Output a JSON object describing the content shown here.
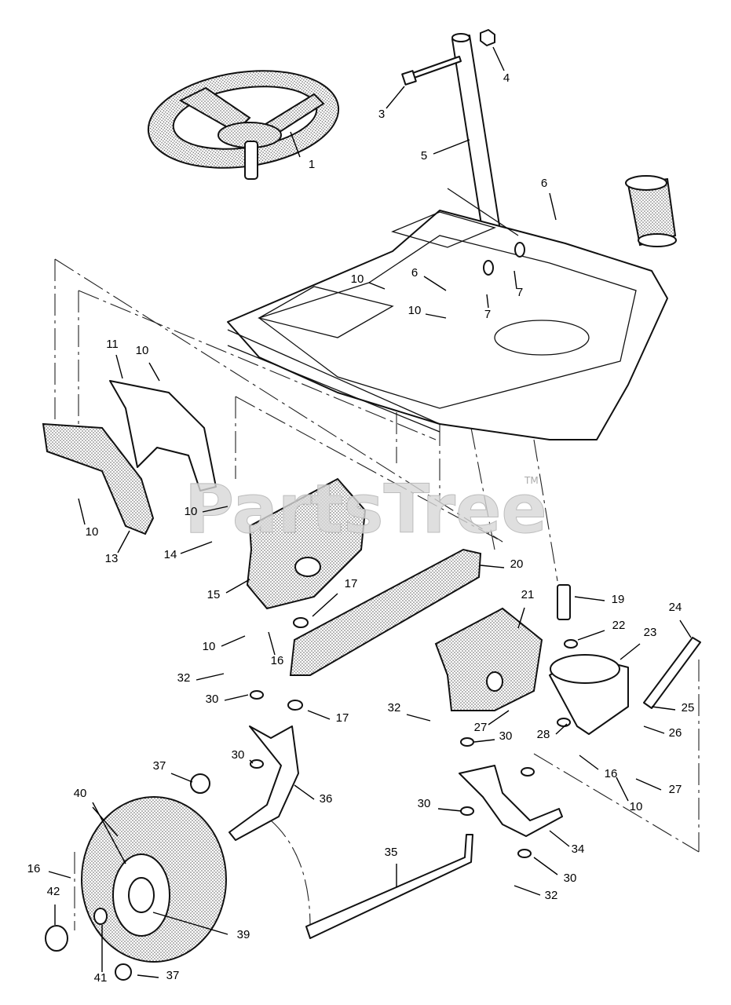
{
  "watermark": "PartsTree",
  "watermark_tm": "TM",
  "callouts": [
    {
      "label": "1",
      "part": "steering-wheel"
    },
    {
      "label": "3",
      "part": "bolt"
    },
    {
      "label": "4",
      "part": "nut"
    },
    {
      "label": "5",
      "part": "steering-shaft"
    },
    {
      "label": "6",
      "part": "nut"
    },
    {
      "label": "6",
      "part": "bolt"
    },
    {
      "label": "7",
      "part": "bushing"
    },
    {
      "label": "7",
      "part": "bushing"
    },
    {
      "label": "10",
      "part": "screw"
    },
    {
      "label": "10",
      "part": "screw"
    },
    {
      "label": "11",
      "part": "bracket"
    },
    {
      "label": "10",
      "part": "screw"
    },
    {
      "label": "10",
      "part": "screw"
    },
    {
      "label": "13",
      "part": "bracket"
    },
    {
      "label": "10",
      "part": "screw"
    },
    {
      "label": "14",
      "part": "bolt"
    },
    {
      "label": "15",
      "part": "bracket"
    },
    {
      "label": "20",
      "part": "axle"
    },
    {
      "label": "17",
      "part": "bushing"
    },
    {
      "label": "10",
      "part": "screw"
    },
    {
      "label": "16",
      "part": "cotter-pin"
    },
    {
      "label": "21",
      "part": "bracket"
    },
    {
      "label": "19",
      "part": "pinion"
    },
    {
      "label": "22",
      "part": "washer"
    },
    {
      "label": "23",
      "part": "sector-gear"
    },
    {
      "label": "24",
      "part": "drag-link"
    },
    {
      "label": "32",
      "part": "cotter-pin"
    },
    {
      "label": "30",
      "part": "washer"
    },
    {
      "label": "17",
      "part": "bushing"
    },
    {
      "label": "32",
      "part": "cotter-pin"
    },
    {
      "label": "27",
      "part": "nut"
    },
    {
      "label": "28",
      "part": "washer"
    },
    {
      "label": "30",
      "part": "washer"
    },
    {
      "label": "25",
      "part": "nut"
    },
    {
      "label": "26",
      "part": "ball-joint"
    },
    {
      "label": "30",
      "part": "washer"
    },
    {
      "label": "36",
      "part": "spindle"
    },
    {
      "label": "37",
      "part": "bearing"
    },
    {
      "label": "16",
      "part": "cotter-pin"
    },
    {
      "label": "27",
      "part": "nut"
    },
    {
      "label": "10",
      "part": "screw"
    },
    {
      "label": "40",
      "part": "wheel"
    },
    {
      "label": "30",
      "part": "washer"
    },
    {
      "label": "34",
      "part": "spindle"
    },
    {
      "label": "35",
      "part": "tie-rod"
    },
    {
      "label": "30",
      "part": "washer"
    },
    {
      "label": "16",
      "part": "cotter-pin"
    },
    {
      "label": "42",
      "part": "cap"
    },
    {
      "label": "32",
      "part": "cotter-pin"
    },
    {
      "label": "39",
      "part": "bearing"
    },
    {
      "label": "41",
      "part": "washer"
    },
    {
      "label": "37",
      "part": "bearing"
    }
  ]
}
